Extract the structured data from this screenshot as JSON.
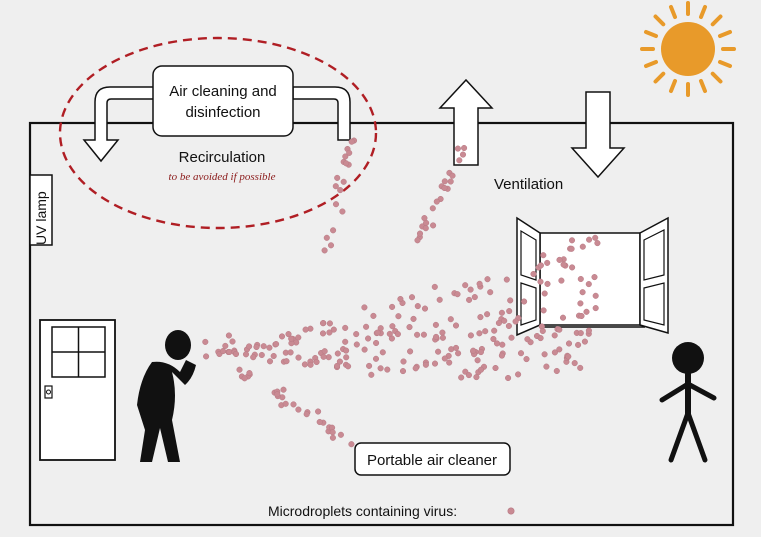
{
  "labels": {
    "air_cleaning_line1": "Air cleaning and",
    "air_cleaning_line2": "disinfection",
    "recirculation": "Recirculation",
    "recirculation_note": "to be avoided if  possible",
    "uv_lamp": "UV lamp",
    "ventilation": "Ventilation",
    "portable_air_cleaner": "Portable air cleaner",
    "legend": "Microdroplets containing virus:"
  },
  "colors": {
    "droplet": "#c98a93",
    "droplet_stroke": "#b77a84",
    "sun": "#e89a2a",
    "dashed_oval": "#b01e24",
    "room_line": "#111111",
    "background": "#efefef"
  },
  "icons": {
    "sun": "sun-icon",
    "cougher": "coughing-person-icon",
    "standing": "standing-person-icon",
    "door": "door-icon",
    "window": "open-window-icon",
    "arrows": [
      "recirculation-arrow-icon",
      "exhaust-arrow-up-icon",
      "intake-arrow-down-icon"
    ]
  }
}
